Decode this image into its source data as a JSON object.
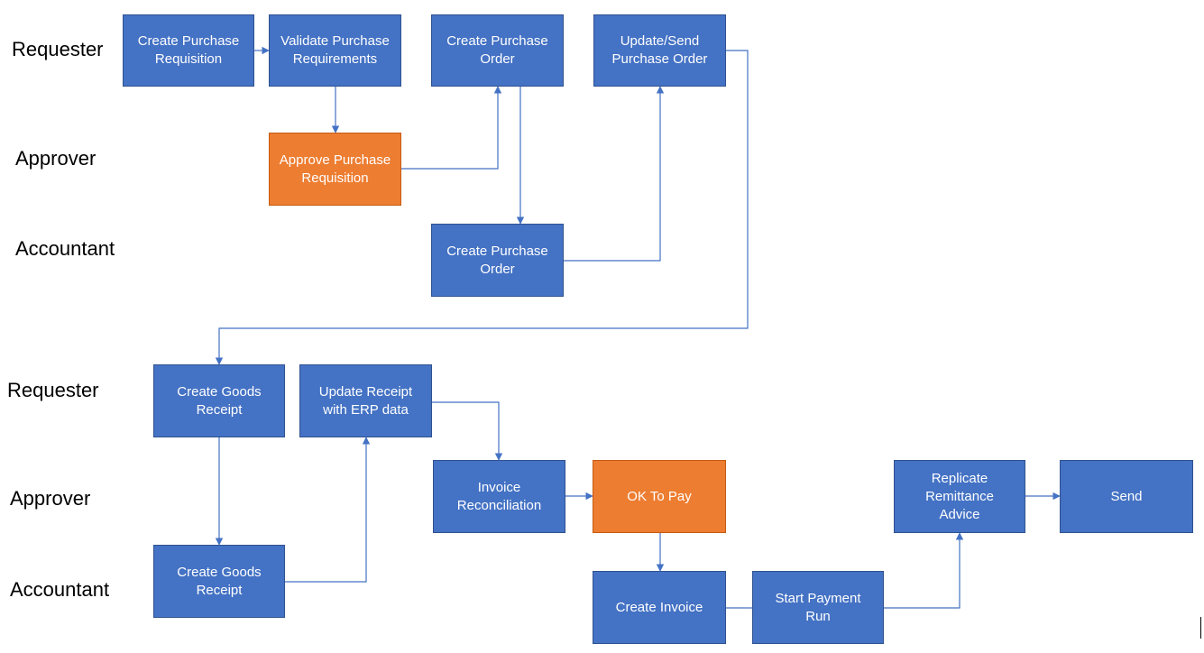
{
  "lanes": {
    "top_requester": "Requester",
    "top_approver": "Approver",
    "top_accountant": "Accountant",
    "bottom_requester": "Requester",
    "bottom_approver": "Approver",
    "bottom_accountant": "Accountant"
  },
  "steps": {
    "create_pr": [
      "Create Purchase",
      "Requisition"
    ],
    "validate_pr": [
      "Validate Purchase",
      "Requirements"
    ],
    "create_po_top": [
      "Create Purchase",
      "Order"
    ],
    "update_send_po": [
      "Update/Send",
      "Purchase Order"
    ],
    "approve_pr": [
      "Approve Purchase",
      "Requisition"
    ],
    "create_po_accountant": [
      "Create Purchase",
      "Order"
    ],
    "create_gr_requester": [
      "Create Goods",
      "Receipt"
    ],
    "update_receipt": [
      "Update Receipt",
      "with ERP data"
    ],
    "invoice_recon": [
      "Invoice",
      "Reconciliation"
    ],
    "ok_to_pay": [
      "OK To Pay"
    ],
    "replicate_remittance": [
      "Replicate",
      "Remittance",
      "Advice"
    ],
    "send": [
      "Send"
    ],
    "create_gr_accountant": [
      "Create Goods",
      "Receipt"
    ],
    "create_invoice": [
      "Create Invoice"
    ],
    "start_payment": [
      "Start Payment",
      "Run"
    ]
  },
  "colors": {
    "step_fill": "#4472c4",
    "decision_fill": "#ed7d31",
    "connector": "#4472c4"
  }
}
